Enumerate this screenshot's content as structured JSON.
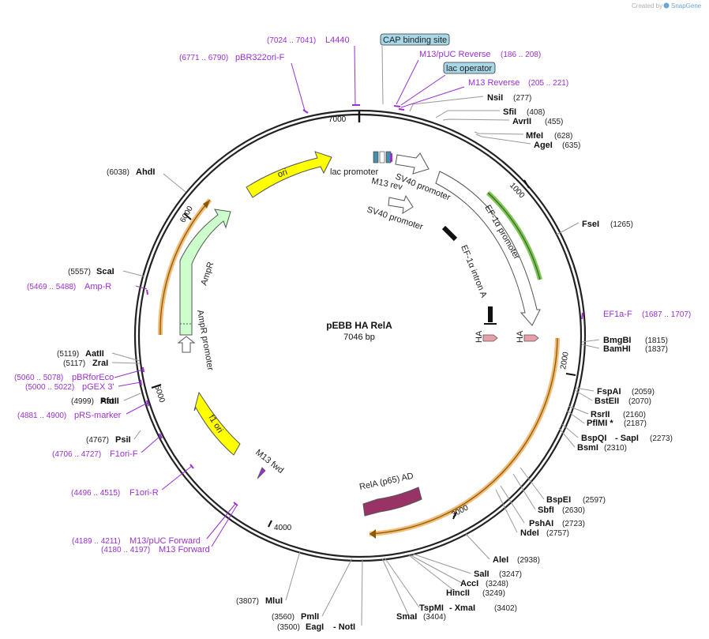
{
  "branding": {
    "prefix": "Created by",
    "name": "SnapGene"
  },
  "plasmid": {
    "name": "pEBB HA RelA",
    "length": "7046 bp",
    "length_bp": 7046
  },
  "ticks": [
    "1000",
    "2000",
    "3000",
    "4000",
    "5000",
    "6000",
    "7000"
  ],
  "restriction_sites": [
    {
      "name": "NsiI",
      "pos": "(277)"
    },
    {
      "name": "SfiI",
      "pos": "(408)"
    },
    {
      "name": "AvrII",
      "pos": "(455)"
    },
    {
      "name": "MfeI",
      "pos": "(628)"
    },
    {
      "name": "AgeI",
      "pos": "(635)"
    },
    {
      "name": "FseI",
      "pos": "(1265)"
    },
    {
      "name": "BmgBI",
      "pos": "(1815)"
    },
    {
      "name": "BamHI",
      "pos": "(1837)"
    },
    {
      "name": "FspAI",
      "pos": "(2059)"
    },
    {
      "name": "BstEII",
      "pos": "(2070)"
    },
    {
      "name": "RsrII",
      "pos": "(2160)"
    },
    {
      "name": "PflMI *",
      "pos": "(2187)"
    },
    {
      "name": "BspQI",
      "sep": "- SapI",
      "pos": "(2273)"
    },
    {
      "name": "BsmI",
      "pos": "(2310)"
    },
    {
      "name": "BspEI",
      "pos": "(2597)"
    },
    {
      "name": "SbfI",
      "pos": "(2630)"
    },
    {
      "name": "PshAI",
      "pos": "(2723)"
    },
    {
      "name": "NdeI",
      "pos": "(2757)"
    },
    {
      "name": "AleI",
      "pos": "(2938)"
    },
    {
      "name": "SalI",
      "pos": "(3247)"
    },
    {
      "name": "AccI",
      "pos": "(3248)"
    },
    {
      "name": "HincII",
      "pos": "(3249)"
    },
    {
      "name": "TspMI",
      "sep": "- XmaI",
      "pos": "(3402)"
    },
    {
      "name": "SmaI",
      "pos": "(3404)"
    },
    {
      "name": "PmlI",
      "pos": "(3560)"
    },
    {
      "name": "EagI",
      "sep": "- NotI",
      "pos": "(3500)"
    },
    {
      "name": "MluI",
      "pos": "(3807)"
    },
    {
      "name": "PsiI",
      "pos": "(4767)"
    },
    {
      "name": "PfoI",
      "pos": "(4999)"
    },
    {
      "name": "AatII",
      "pos": "(5119)"
    },
    {
      "name": "ZraI",
      "pos": "(5117)"
    },
    {
      "name": "ScaI",
      "pos": "(5557)"
    },
    {
      "name": "AhdI",
      "pos": "(6038)"
    }
  ],
  "primers": [
    {
      "name": "L4440",
      "pos": "(7024 .. 7041)"
    },
    {
      "name": "pBR322ori-F",
      "pos": "(6771 .. 6790)"
    },
    {
      "name": "M13/pUC Reverse",
      "pos": "(186 .. 208)"
    },
    {
      "name": "M13 Reverse",
      "pos": "(205 .. 221)"
    },
    {
      "name": "EF1a-F",
      "pos": "(1687 .. 1707)"
    },
    {
      "name": "Amp-R",
      "pos": "(5469 .. 5488)"
    },
    {
      "name": "pBRforEco",
      "pos": "(5060 .. 5078)"
    },
    {
      "name": "pGEX 3'",
      "pos": "(5000 .. 5022)"
    },
    {
      "name": "pRS-marker",
      "pos": "(4881 .. 4900)"
    },
    {
      "name": "F1ori-F",
      "pos": "(4706 .. 4727)"
    },
    {
      "name": "F1ori-R",
      "pos": "(4496 .. 4515)"
    },
    {
      "name": "M13/pUC Forward",
      "pos": "(4189 .. 4211)"
    },
    {
      "name": "M13 Forward",
      "pos": "(4180 .. 4197)"
    }
  ],
  "boxed_labels": [
    "CAP binding site",
    "lac operator"
  ],
  "features": {
    "ori": "ori",
    "lac_promoter": "lac promoter",
    "m13_rev": "M13 rev",
    "sv40_promoter_1": "SV40 promoter",
    "sv40_promoter_2": "SV40 promoter",
    "ef1a_promoter": "EF-1α promoter",
    "ef1a_intron": "EF-1α intron A",
    "ha_1": "HA",
    "ha_2": "HA",
    "rela_ad": "RelA (p65) AD",
    "ampr": "AmpR",
    "ampr_promoter": "AmpR promoter",
    "f1_ori": "f1 ori",
    "m13_fwd": "M13 fwd"
  },
  "colors": {
    "ori": "#ffff00",
    "ampr": "#ccffcc",
    "f1ori": "#ffff00",
    "rela": "#993366",
    "primer": "#9b30d0",
    "orf_outline": "#f0b060",
    "boxed_fill": "#a8d8e8",
    "ha": "#e8a0a8"
  }
}
